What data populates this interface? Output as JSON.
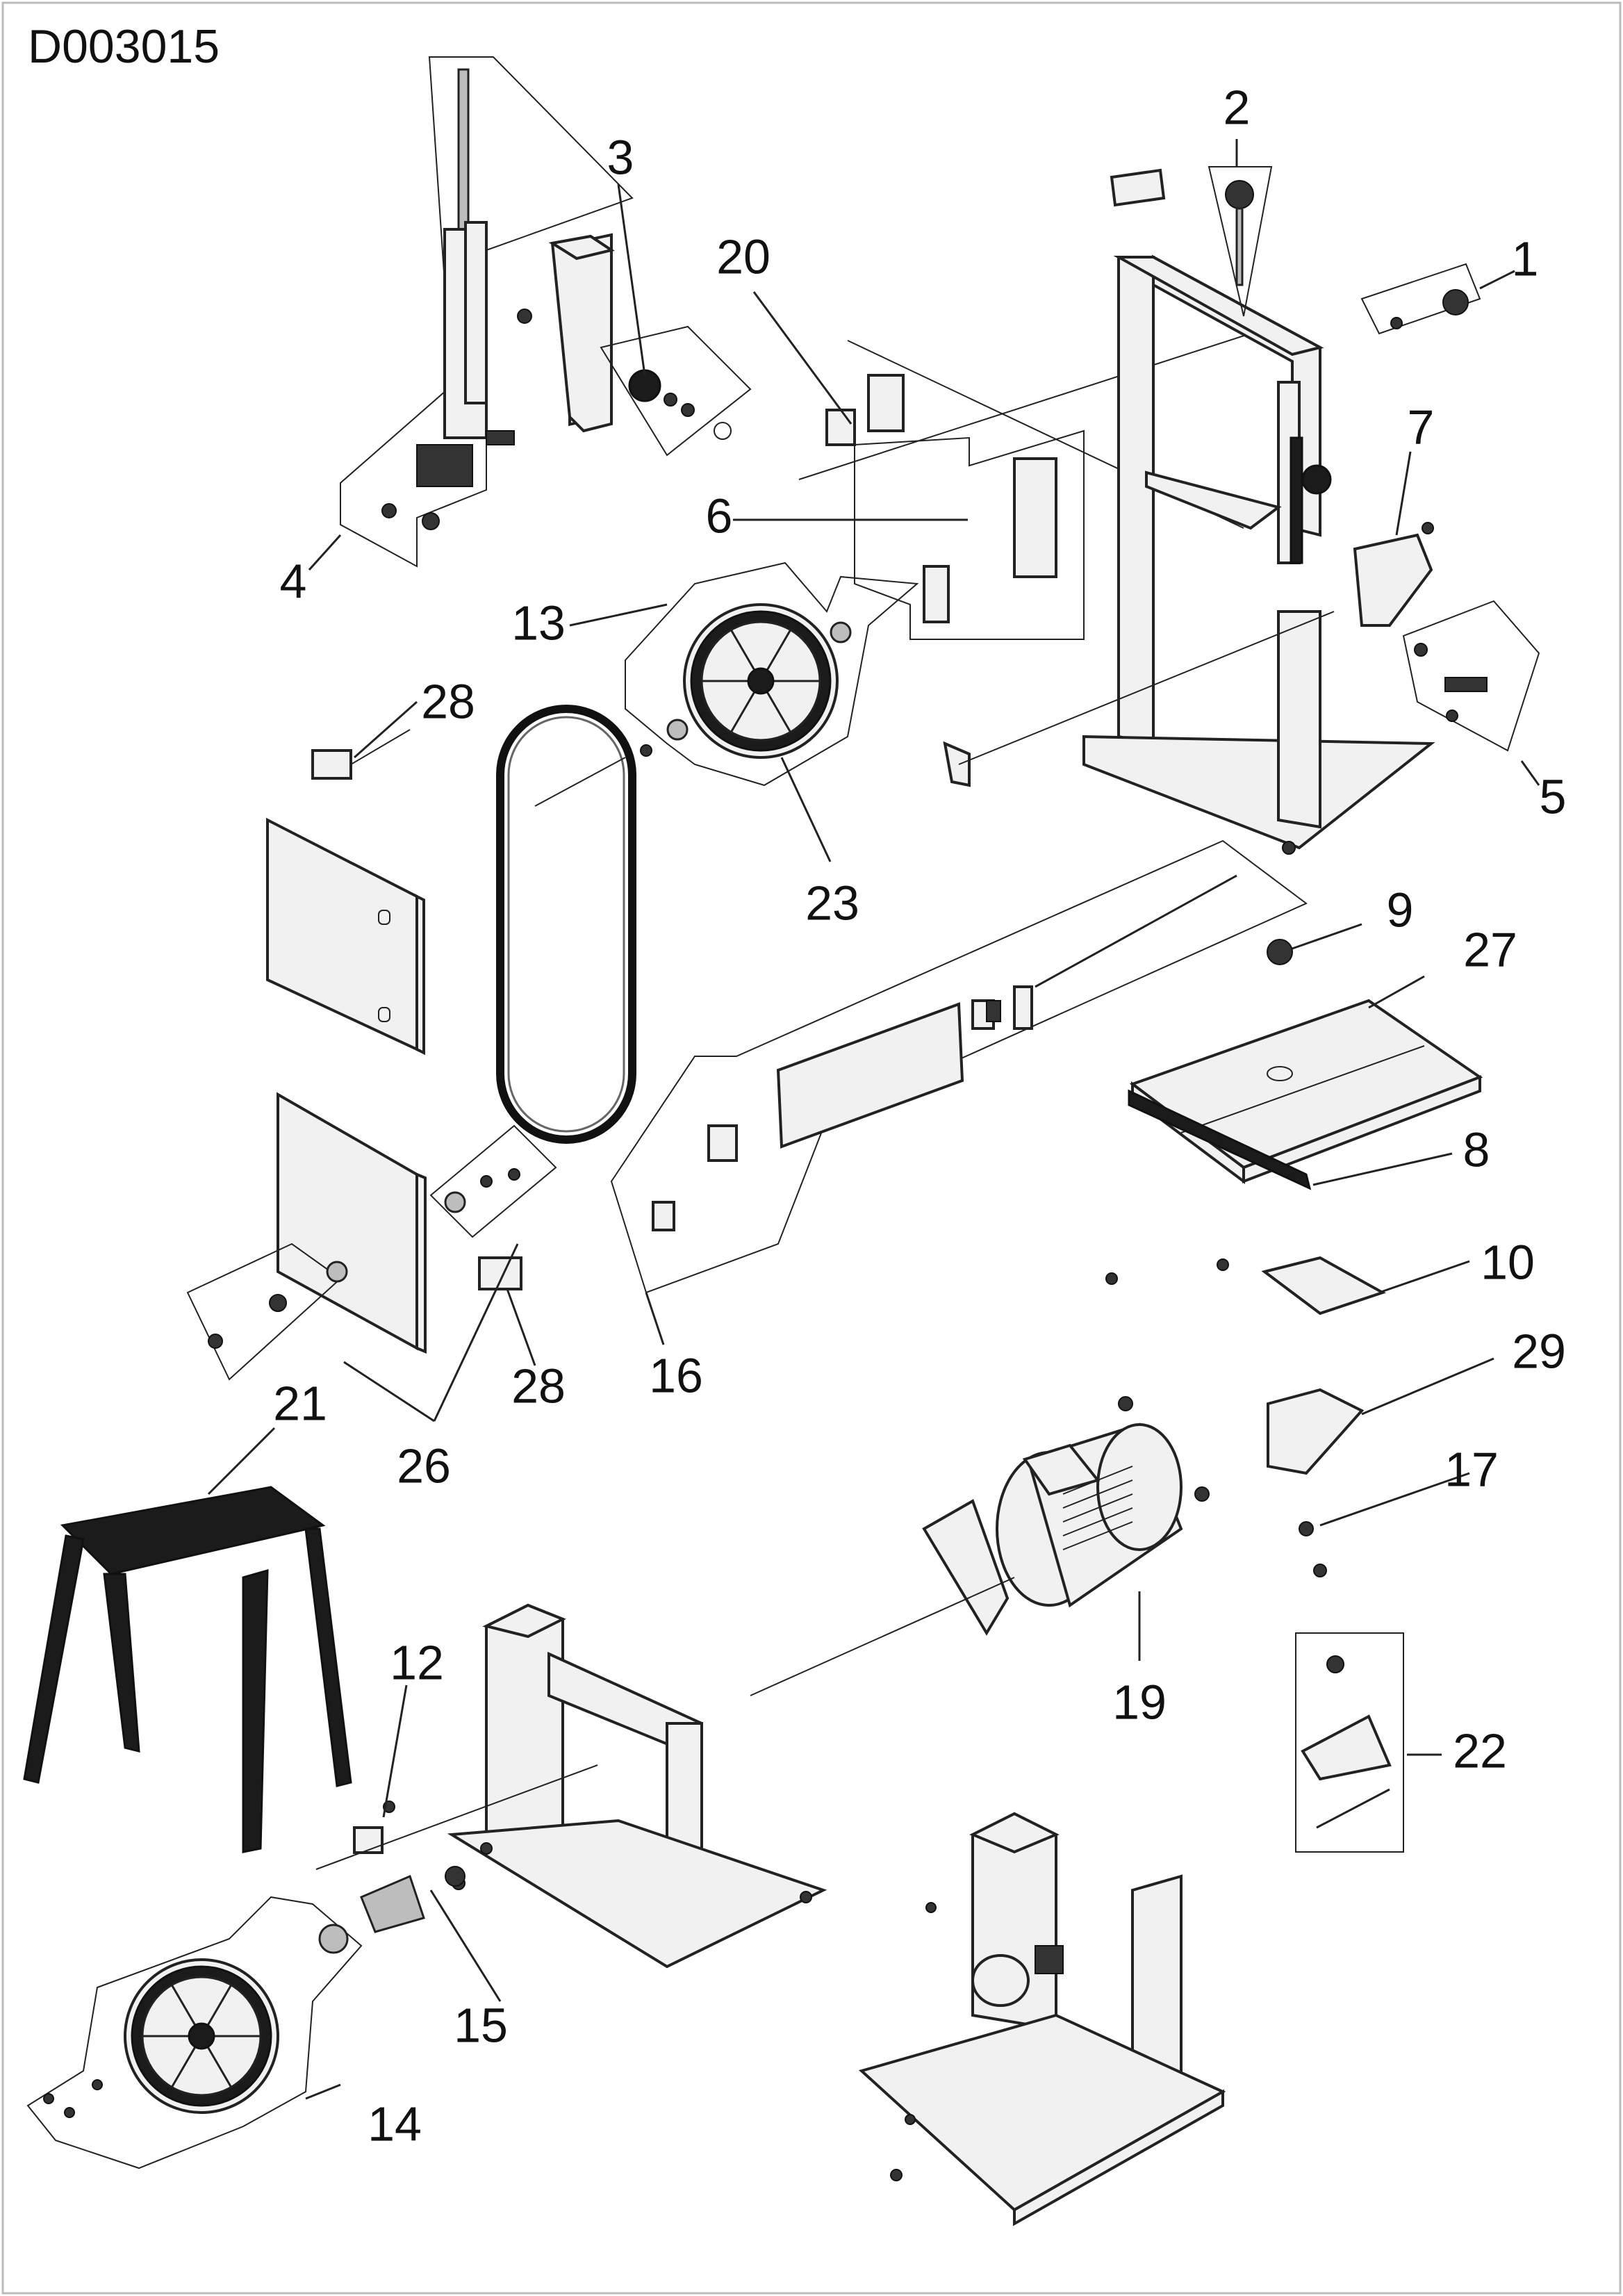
{
  "document": {
    "code": "D003015"
  },
  "diagram": {
    "type": "exploded-parts-diagram",
    "callouts": [
      {
        "id": "1",
        "label": "1"
      },
      {
        "id": "2",
        "label": "2"
      },
      {
        "id": "3",
        "label": "3"
      },
      {
        "id": "4",
        "label": "4"
      },
      {
        "id": "5",
        "label": "5"
      },
      {
        "id": "6",
        "label": "6"
      },
      {
        "id": "7",
        "label": "7"
      },
      {
        "id": "8",
        "label": "8"
      },
      {
        "id": "9",
        "label": "9"
      },
      {
        "id": "10",
        "label": "10"
      },
      {
        "id": "12",
        "label": "12"
      },
      {
        "id": "13",
        "label": "13"
      },
      {
        "id": "14",
        "label": "14"
      },
      {
        "id": "15",
        "label": "15"
      },
      {
        "id": "16",
        "label": "16"
      },
      {
        "id": "17",
        "label": "17"
      },
      {
        "id": "19",
        "label": "19"
      },
      {
        "id": "20",
        "label": "20"
      },
      {
        "id": "21",
        "label": "21"
      },
      {
        "id": "22",
        "label": "22"
      },
      {
        "id": "23",
        "label": "23"
      },
      {
        "id": "26",
        "label": "26"
      },
      {
        "id": "27",
        "label": "27"
      },
      {
        "id": "28a",
        "label": "28"
      },
      {
        "id": "28b",
        "label": "28"
      },
      {
        "id": "29",
        "label": "29"
      }
    ]
  },
  "colors": {
    "line": "#222222",
    "background": "#ffffff",
    "stand": "#1b1b1b"
  }
}
